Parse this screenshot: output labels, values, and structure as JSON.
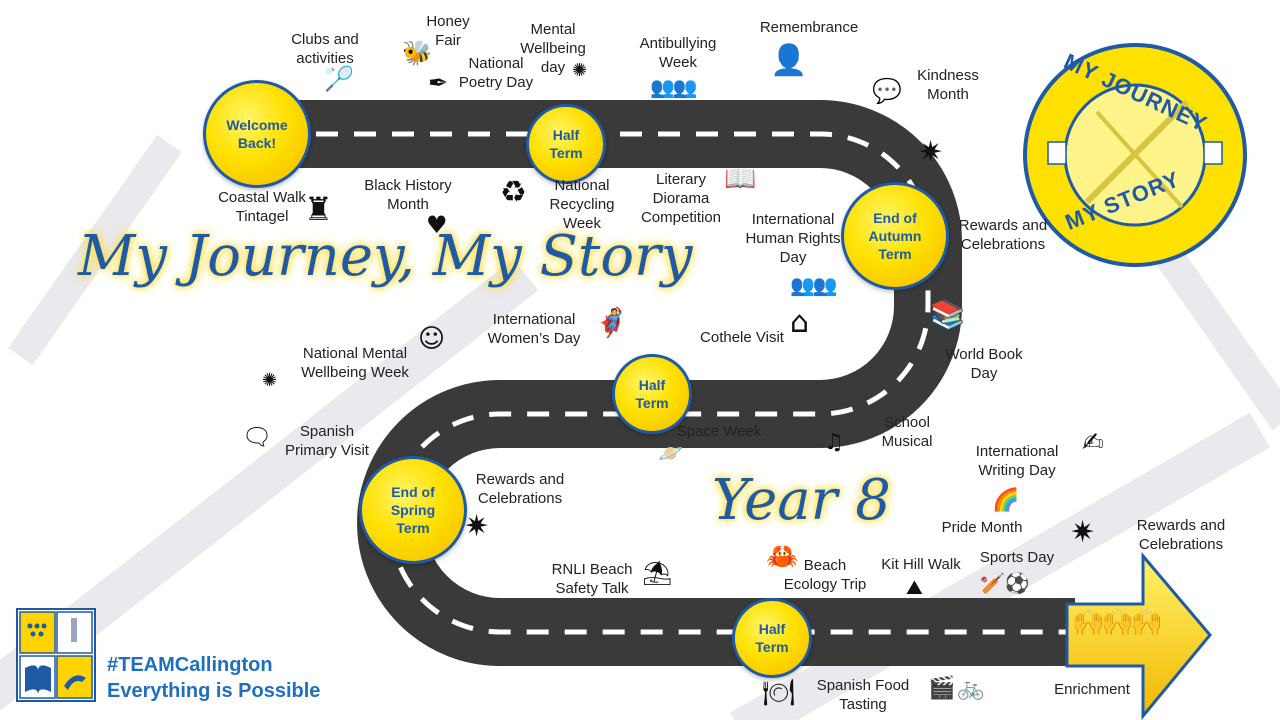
{
  "title": "My Journey, My Story",
  "subtitle": "Year 8",
  "badge": {
    "top_text": "MY JOURNEY",
    "bottom_text": "MY STORY"
  },
  "footer": {
    "hashtag": "#TEAMCallington",
    "tagline": "Everything is Possible"
  },
  "milestones": {
    "welcome": "Welcome\nBack!",
    "half1": "Half\nTerm",
    "autumn": "End of\nAutumn\nTerm",
    "half2": "Half\nTerm",
    "spring": "End of\nSpring\nTerm",
    "half3": "Half\nTerm"
  },
  "events": {
    "clubs": "Clubs and\nactivities",
    "honey": "Honey\nFair",
    "poetry": "National\nPoetry Day",
    "mental": "Mental\nWellbeing\nday",
    "antibullying": "Antibullying\nWeek",
    "remembrance": "Remembrance",
    "kindness": "Kindness\nMonth",
    "rewards1": "Rewards and\nCelebrations",
    "coastal": "Coastal Walk\nTintagel",
    "blackhistory": "Black History\nMonth",
    "recycling": "National\nRecycling\nWeek",
    "literary": "Literary\nDiorama\nCompetition",
    "humanrights": "International\nHuman Rights\nDay",
    "womens": "International\nWomen’s Day",
    "cothele": "Cothele Visit",
    "worldbook": "World Book\nDay",
    "natmental": "National Mental\nWellbeing Week",
    "spanish": "Spanish\nPrimary Visit",
    "space": "Space Week",
    "musical": "School\nMusical",
    "writing": "International\nWriting Day",
    "rewards2": "Rewards and\nCelebrations",
    "pride": "Pride Month",
    "rnli": "RNLI Beach\nSafety Talk",
    "beach": "Beach\nEcology Trip",
    "kithill": "Kit Hill Walk",
    "sports": "Sports Day",
    "rewards3": "Rewards and\nCelebrations",
    "spanishfood": "Spanish Food\nTasting",
    "enrichment": "Enrichment"
  },
  "icons": {
    "clubs": "tennis-cricket-icon",
    "honey": "beehive-icon",
    "poetry": "quill-icon",
    "mental": "wellbeing-icon",
    "antibullying": "group-people-icon",
    "remembrance": "soldier-icon",
    "kindness": "heart-chat-icon",
    "fireworks": "fireworks-icon",
    "coastal": "castle-icon",
    "blackhistory": "hearts-icon",
    "recycling": "recycle-icon",
    "literary": "book-sparkle-icon",
    "humanrights": "people-icon",
    "womens": "superhero-icon",
    "cothele": "house-icon",
    "worldbook": "books-icon",
    "natmental": "smile-face-icon",
    "spanish": "speech-bubbles-icon",
    "space": "astronaut-planet-icon",
    "musical": "music-icon",
    "writing": "writing-icon",
    "pride": "rainbow-icon",
    "rnli": "bucket-spade-icon",
    "beach": "crab-icon",
    "kithill": "hill-icon",
    "sports": "sports-icon",
    "spanishfood": "plate-icon",
    "enrichment": "activities-icon",
    "finish": "celebrating-people-icon"
  },
  "colors": {
    "accent": "#1f5aa6",
    "road": "#3a3a3a",
    "yellow": "#ffe100"
  }
}
